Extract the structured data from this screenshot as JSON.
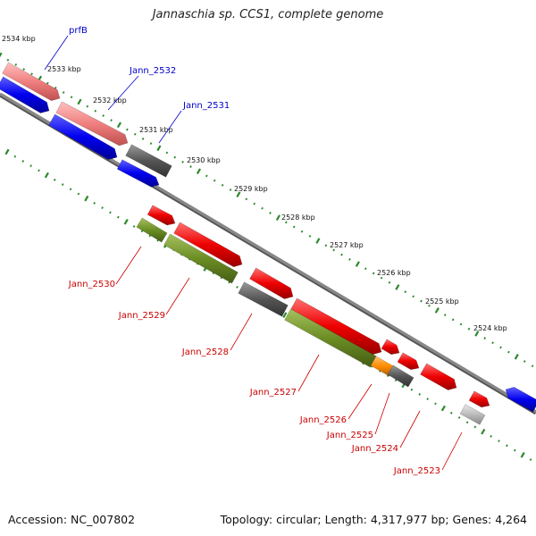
{
  "title": "Jannaschia sp. CCS1, complete genome",
  "footer": {
    "accession": "Accession: NC_007802",
    "stats": "Topology: circular; Length: 4,317,977 bp; Genes: 4,264"
  },
  "colors": {
    "backbone": "#888888",
    "tick": "#2a8a2a",
    "top_label": "#0000cc",
    "bottom_label": "#cc0000",
    "salmon": "#f08080",
    "blue": "#0000ee",
    "dark_gray": "#555555",
    "red": "#ee0000",
    "olive": "#6b8e23",
    "orange": "#ff8c00",
    "light_gray": "#bbbbbb"
  },
  "kbp_labels": [
    "2534 kbp",
    "2533 kbp",
    "2532 kbp",
    "2531 kbp",
    "2530 kbp",
    "2529 kbp",
    "2528 kbp",
    "2527 kbp",
    "2526 kbp",
    "2525 kbp",
    "2524 kbp"
  ],
  "top_labels": [
    "prfB",
    "Jann_2532",
    "Jann_2531"
  ],
  "bottom_labels": [
    "Jann_2530",
    "Jann_2529",
    "Jann_2528",
    "Jann_2527",
    "Jann_2526",
    "Jann_2525",
    "Jann_2524",
    "Jann_2523"
  ]
}
